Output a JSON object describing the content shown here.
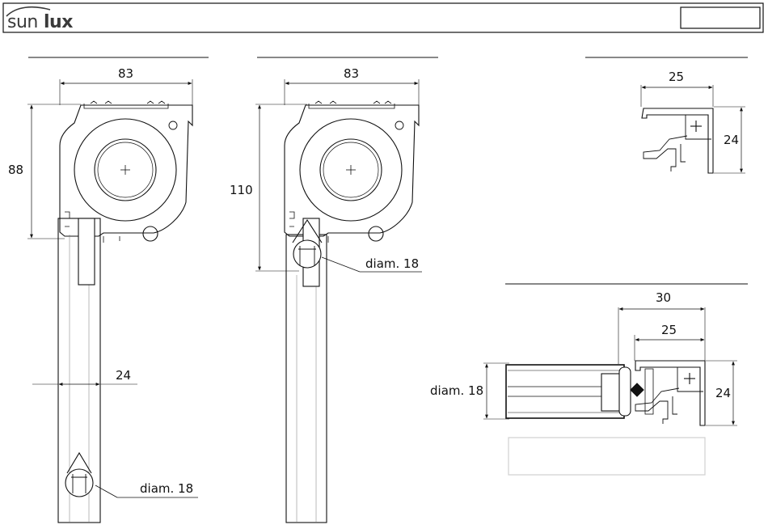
{
  "brand": {
    "logo_text_left": "sun",
    "logo_text_right": "lux"
  },
  "left_view": {
    "width_label": "83",
    "height_label": "88",
    "slat_label": "24",
    "cord_label": "diam. 18"
  },
  "middle_view": {
    "width_label": "83",
    "height_label": "110",
    "cord_label": "diam. 18"
  },
  "top_right_profile": {
    "width_label": "25",
    "height_label": "24"
  },
  "bottom_right_profile": {
    "outer_width_label": "30",
    "inner_width_label": "25",
    "height_label": "24",
    "cord_label": "diam. 18"
  },
  "colors": {
    "line": "#111111",
    "light_line": "#777777",
    "fill": "#ffffff",
    "box_border": "#d0d0d0"
  }
}
